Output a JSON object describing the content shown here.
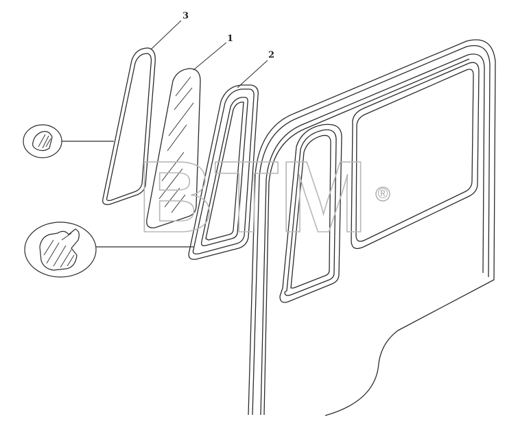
{
  "callouts": [
    {
      "number": "3"
    },
    {
      "number": "1"
    },
    {
      "number": "2"
    }
  ],
  "watermark": {
    "text": "BTM",
    "symbol": "®"
  },
  "colors": {
    "line": "#2a2a2a",
    "watermark": "#b8b8b8",
    "background": "#ffffff"
  }
}
